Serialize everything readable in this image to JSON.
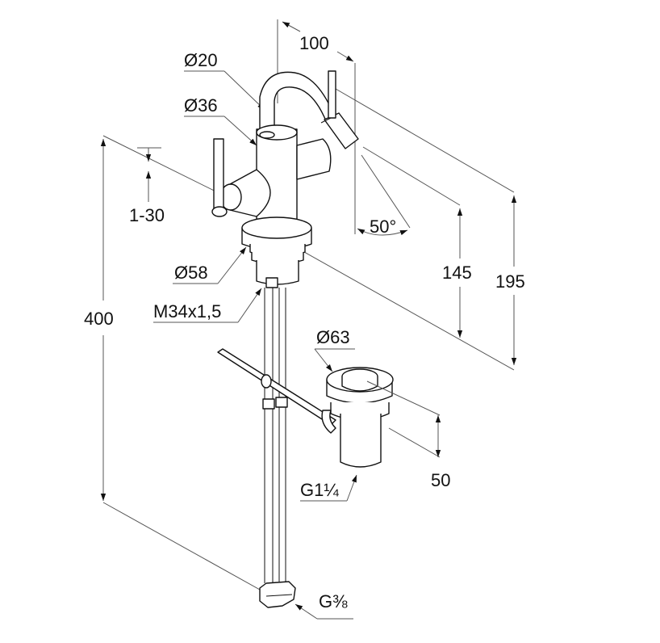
{
  "title": "Bidet mixer technical dimension drawing",
  "colors": {
    "line": "#111111",
    "dimension_line": "#555555",
    "background": "#ffffff"
  },
  "dimensions": {
    "spout_reach": "100",
    "spout_diameter": "Ø20",
    "body_diameter": "Ø36",
    "aerator_adjust": "1-30",
    "swivel_angle": "50°",
    "rosette_diameter": "Ø58",
    "mounting_thread": "M34x1,5",
    "overall_height": "400",
    "spout_height": "145",
    "total_height": "195",
    "waste_diameter": "Ø63",
    "waste_height": "50",
    "waste_thread": "G1¼",
    "supply_connection": "G⅜"
  }
}
